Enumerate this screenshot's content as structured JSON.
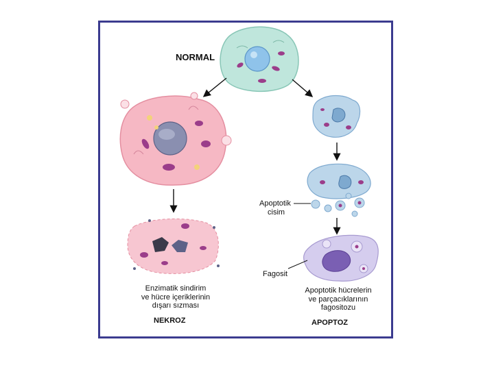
{
  "labels": {
    "normal": "NORMAL",
    "apoptotic_body_line1": "Apoptotik",
    "apoptotic_body_line2": "cisim",
    "phagocyte": "Fagosit",
    "necrosis_desc_line1": "Enzimatik sindirim",
    "necrosis_desc_line2": "ve hücre içeriklerinin",
    "necrosis_desc_line3": "dışarı sızması",
    "necrosis": "NEKROZ",
    "apoptosis_desc_line1": "Apoptotik hücrelerin",
    "apoptosis_desc_line2": "ve parçacıklarının",
    "apoptosis_desc_line3": "fagositozu",
    "apoptosis": "APOPTOZ"
  },
  "colors": {
    "frame_border": "#3b3b8f",
    "normal_cell": "#bfe6dc",
    "nucleus_blue": "#8fc3ea",
    "necrotic_cell": "#f6b8c4",
    "necrotic_nucleus": "#8a8fb0",
    "apoptotic_cell": "#bcd6ea",
    "phagocyte_cell": "#d5cdee",
    "mitochondria": "#9b3d8a"
  }
}
